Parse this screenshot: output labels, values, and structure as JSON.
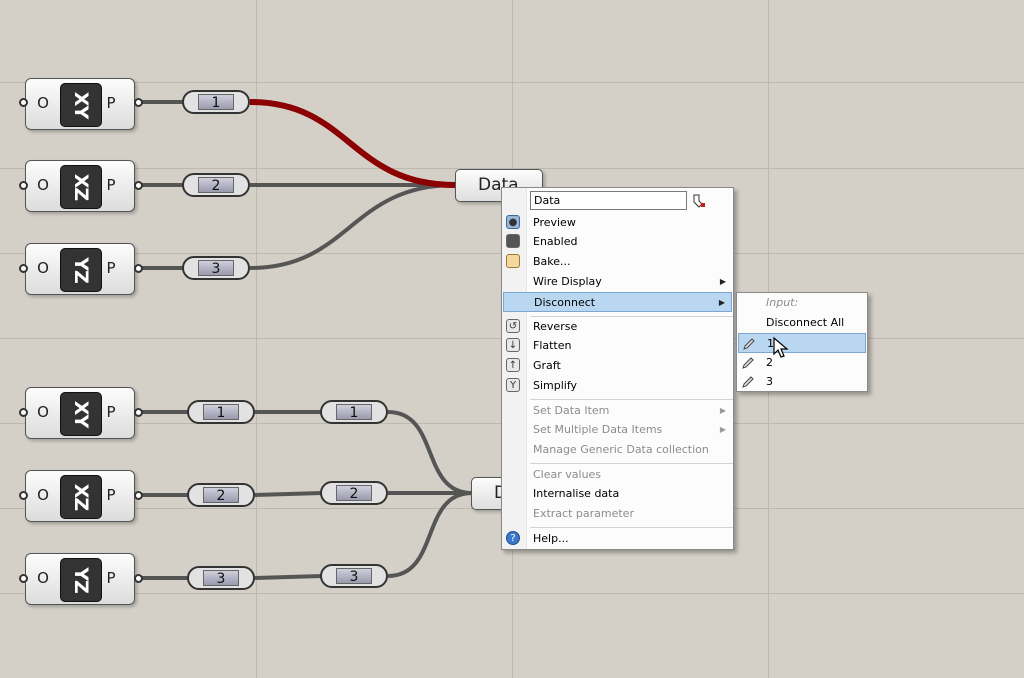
{
  "canvas": {
    "background": "#d4d0c8",
    "selected_wire_color": "#8b0000",
    "wire_color": "#555555"
  },
  "planes": [
    {
      "input": "O",
      "output": "P",
      "label": "XY"
    },
    {
      "input": "O",
      "output": "P",
      "label": "XZ"
    },
    {
      "input": "O",
      "output": "P",
      "label": "YZ"
    },
    {
      "input": "O",
      "output": "P",
      "label": "XY"
    },
    {
      "input": "O",
      "output": "P",
      "label": "XZ"
    },
    {
      "input": "O",
      "output": "P",
      "label": "YZ"
    }
  ],
  "relays": [
    "1",
    "2",
    "3",
    "1",
    "2",
    "3",
    "1",
    "2",
    "3"
  ],
  "data_components": [
    "Data",
    "D"
  ],
  "context_menu": {
    "name_value": "Data",
    "items": {
      "preview": "Preview",
      "enabled": "Enabled",
      "bake": "Bake...",
      "wire_display": "Wire Display",
      "disconnect": "Disconnect",
      "reverse": "Reverse",
      "flatten": "Flatten",
      "graft": "Graft",
      "simplify": "Simplify",
      "set_data_item": "Set Data Item",
      "set_multiple": "Set Multiple Data Items",
      "manage_generic": "Manage Generic Data collection",
      "clear_values": "Clear values",
      "internalise": "Internalise data",
      "extract": "Extract parameter",
      "help": "Help..."
    }
  },
  "submenu": {
    "header": "Input:",
    "disconnect_all": "Disconnect All",
    "inputs": [
      "1",
      "2",
      "3"
    ]
  }
}
